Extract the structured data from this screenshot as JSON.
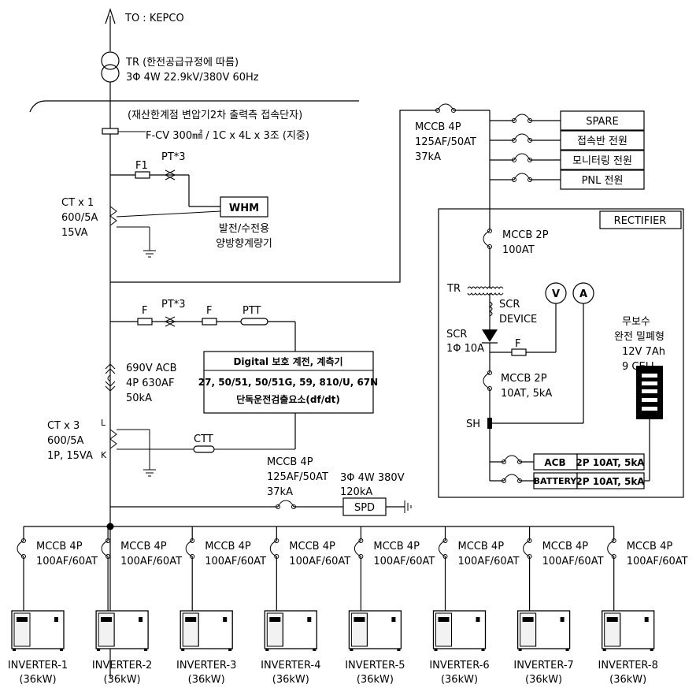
{
  "utility": {
    "to_label": "TO : KEPCO",
    "tr_line1": "TR (한전공급규정에 따름)",
    "tr_line2": "3Φ 4W 22.9kV/380V 60Hz"
  },
  "property_boundary": {
    "note": "(재산한계점  변압기2차  출력측 접속단자)",
    "cable": "F-CV 300㎟ / 1C x 4L x 3조 (지중)"
  },
  "metering": {
    "fuse": "F1",
    "pt": "PT*3",
    "ct_line1": "CT x 1",
    "ct_line2": "600/5A",
    "ct_line3": "15VA",
    "whm": "WHM",
    "whm_desc1": "발전/수전용",
    "whm_desc2": "양방향계량기"
  },
  "aux_feed": {
    "mccb_line1": "MCCB 4P",
    "mccb_line2": "125AF/50AT",
    "mccb_line3": "37kA",
    "loads": [
      "SPARE",
      "접속반 전원",
      "모니터링 전원",
      "PNL 전원"
    ]
  },
  "rectifier": {
    "title": "RECTIFIER",
    "mccb1_line1": "MCCB 2P",
    "mccb1_line2": "100AT",
    "tr": "TR",
    "scr_dev1": "SCR",
    "scr_dev2": "DEVICE",
    "scr1": "SCR",
    "scr2": "1Φ 10A",
    "fuse": "F",
    "voltmeter": "V",
    "ammeter": "A",
    "mccb2_line1": "MCCB 2P",
    "mccb2_line2": "10AT, 5kA",
    "sh": "SH",
    "battery_desc": [
      "무보수",
      "완전 밀폐형",
      "12V 7Ah",
      "9 CELL"
    ],
    "acb_label": "ACB",
    "acb_rating": "2P 10AT, 5kA",
    "bat_label": "BATTERY",
    "bat_rating": "2P 10AT, 5kA"
  },
  "protection": {
    "fuse_a": "F",
    "pt": "PT*3",
    "fuse_b": "F",
    "ptt": "PTT",
    "relay_title": "Digital 보호 계전, 계측기",
    "relay_codes": "27, 50/51, 50/51G, 59, 810/U, 67N",
    "relay_islanding": "단독운전검출요소(df/dt)",
    "acb_line1": "690V ACB",
    "acb_line2": "4P 630AF",
    "acb_line3": "50kA",
    "ct_line1": "CT x 3",
    "ct_line2": "600/5A",
    "ct_line3": "1P, 15VA",
    "ct_l": "L",
    "ct_k": "K",
    "ctt": "CTT"
  },
  "spd": {
    "mccb_line1": "MCCB 4P",
    "mccb_line2": "125AF/50AT",
    "mccb_line3": "37kA",
    "rating_line1": "3Φ 4W 380V",
    "rating_line2": "120kA",
    "label": "SPD"
  },
  "inverters": [
    {
      "breaker_line1": "MCCB 4P",
      "breaker_line2": "100AF/60AT",
      "name": "INVERTER-1",
      "power": "(36kW)"
    },
    {
      "breaker_line1": "MCCB 4P",
      "breaker_line2": "100AF/60AT",
      "name": "INVERTER-2",
      "power": "(36kW)"
    },
    {
      "breaker_line1": "MCCB 4P",
      "breaker_line2": "100AF/60AT",
      "name": "INVERTER-3",
      "power": "(36kW)"
    },
    {
      "breaker_line1": "MCCB 4P",
      "breaker_line2": "100AF/60AT",
      "name": "INVERTER-4",
      "power": "(36kW)"
    },
    {
      "breaker_line1": "MCCB 4P",
      "breaker_line2": "100AF/60AT",
      "name": "INVERTER-5",
      "power": "(36kW)"
    },
    {
      "breaker_line1": "MCCB 4P",
      "breaker_line2": "100AF/60AT",
      "name": "INVERTER-6",
      "power": "(36kW)"
    },
    {
      "breaker_line1": "MCCB 4P",
      "breaker_line2": "100AF/60AT",
      "name": "INVERTER-7",
      "power": "(36kW)"
    },
    {
      "breaker_line1": "MCCB 4P",
      "breaker_line2": "100AF/60AT",
      "name": "INVERTER-8",
      "power": "(36kW)"
    }
  ]
}
